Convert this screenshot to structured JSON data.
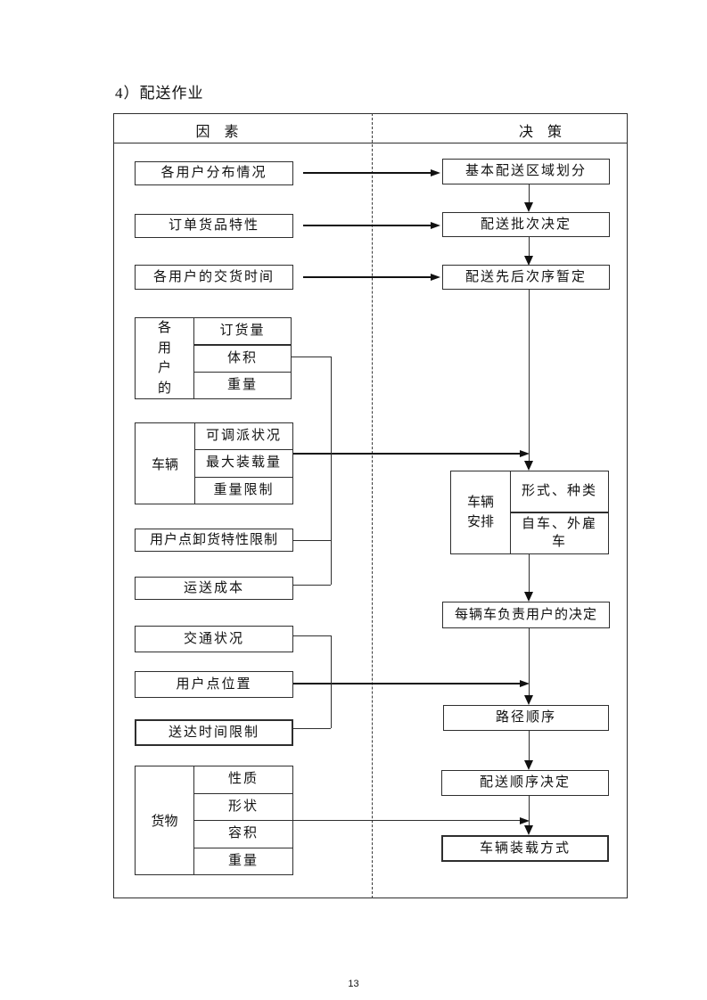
{
  "page": {
    "title": "4）配送作业",
    "page_number": "13"
  },
  "table_header": {
    "factors": "因　素",
    "decisions": "决　策"
  },
  "factors": {
    "user_distribution": "各用户分布情况",
    "order_goods": "订单货品特性",
    "user_delivery_time": "各用户的交货时间",
    "per_user": {
      "label": "各用户的",
      "rows": [
        "订货量",
        "体积",
        "重量"
      ]
    },
    "vehicle": {
      "label": "车辆",
      "rows": [
        "可调派状况",
        "最大装载量",
        "重量限制"
      ]
    },
    "unloading_limit": "用户点卸货特性限制",
    "transport_cost": "运送成本",
    "traffic": "交通状况",
    "user_location": "用户点位置",
    "arrival_limit": "送达时间限制",
    "cargo": {
      "label": "货物",
      "rows": [
        "性质",
        "形状",
        "容积",
        "重量"
      ]
    }
  },
  "decisions": {
    "zone_division": "基本配送区域划分",
    "batch": "配送批次决定",
    "sequence_tentative": "配送先后次序暂定",
    "vehicle_arrangement": {
      "label": "车辆安排",
      "rows": [
        "形式、种类",
        "自车、外雇车"
      ]
    },
    "per_vehicle_users": "每辆车负责用户的决定",
    "route_order": "路径顺序",
    "delivery_order": "配送顺序决定",
    "loading_method": "车辆装载方式"
  }
}
